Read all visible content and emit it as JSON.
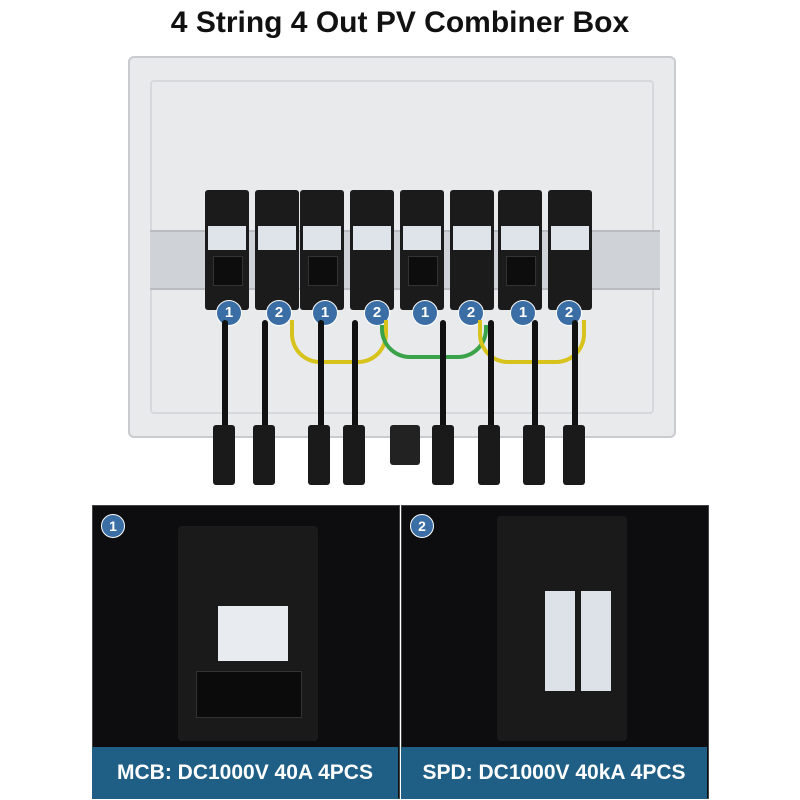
{
  "title": "4 String 4 Out PV Combiner Box",
  "top_badges": [
    "1",
    "2",
    "1",
    "2",
    "1",
    "2",
    "1",
    "2"
  ],
  "panels": [
    {
      "number": "1",
      "caption": "MCB: DC1000V 40A 4PCS"
    },
    {
      "number": "2",
      "caption": "SPD: DC1000V 40kA 4PCS"
    }
  ],
  "colors": {
    "badge": "#3a6ea5",
    "caption_bar": "#1f5f86",
    "enclosure": "#e9eaec"
  }
}
